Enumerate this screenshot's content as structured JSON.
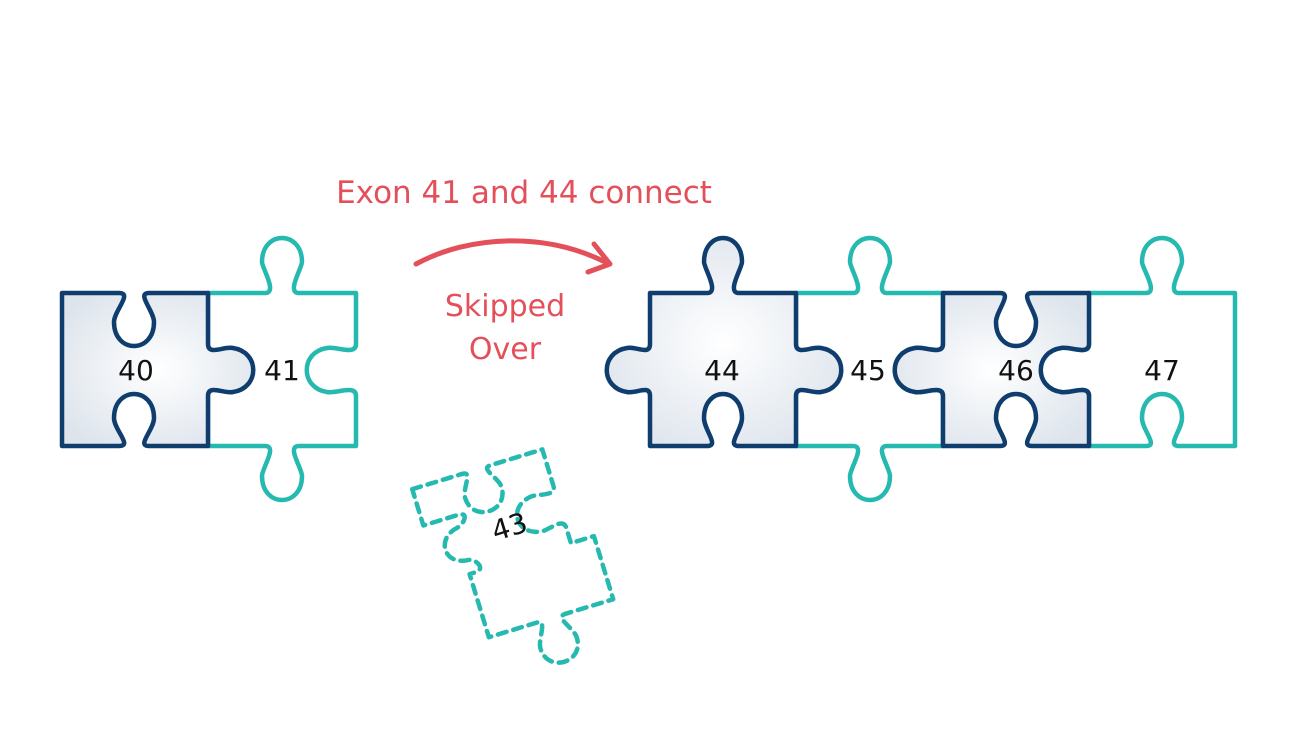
{
  "annotation": {
    "title": "Exon 41 and 44 connect",
    "skipped_line1": "Skipped",
    "skipped_line2": "Over"
  },
  "pieces": {
    "p40": "40",
    "p41": "41",
    "p43": "43",
    "p44": "44",
    "p45": "45",
    "p46": "46",
    "p47": "47"
  },
  "colors": {
    "navy": "#0f3d6e",
    "teal": "#26b9b0",
    "accent_red": "#e4505a",
    "light_fill": "#e8edf3"
  }
}
